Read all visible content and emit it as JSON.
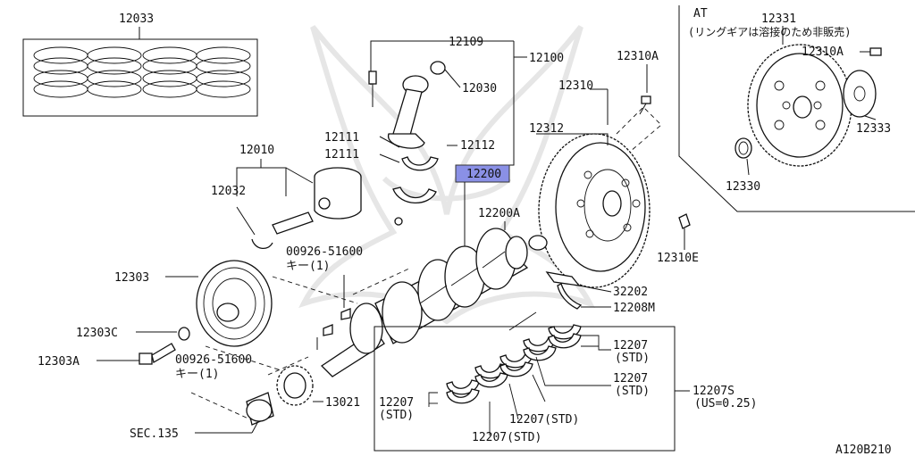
{
  "title_code": "A120B210",
  "labels": {
    "p12033": "12033",
    "p12109": "12109",
    "p12100": "12100",
    "p12030": "12030",
    "p12111a": "12111",
    "p12111b": "12111",
    "p12112": "12112",
    "p12200": "12200",
    "p12200A": "12200A",
    "p12010": "12010",
    "p12032": "12032",
    "p12303": "12303",
    "p00926a": "00926-51600",
    "key1a": "キー(1)",
    "p00926b": "00926-51600",
    "key1b": "キー(1)",
    "p12303C": "12303C",
    "p12303A": "12303A",
    "p13021": "13021",
    "sec135": "SEC.135",
    "p12310A": "12310A",
    "p12310": "12310",
    "p12312": "12312",
    "p12310E": "12310E",
    "p32202": "32202",
    "p12208M": "12208M",
    "p12207_1": "12207",
    "std1": "(STD)",
    "p12207_2": "12207",
    "std2": "(STD)",
    "p12207S": "12207S",
    "us025": "(US=0.25)",
    "p12207_3": "12207",
    "std3": "(STD)",
    "p12207_4": "12207(STD)",
    "p12207_5": "12207(STD)",
    "at": "AT",
    "p12331": "12331",
    "at_note": "(リングギアは溶接のため非販売)",
    "p12310A_at": "12310A",
    "p12333": "12333",
    "p12330": "12330"
  },
  "highlight_color": "#8a90e6"
}
